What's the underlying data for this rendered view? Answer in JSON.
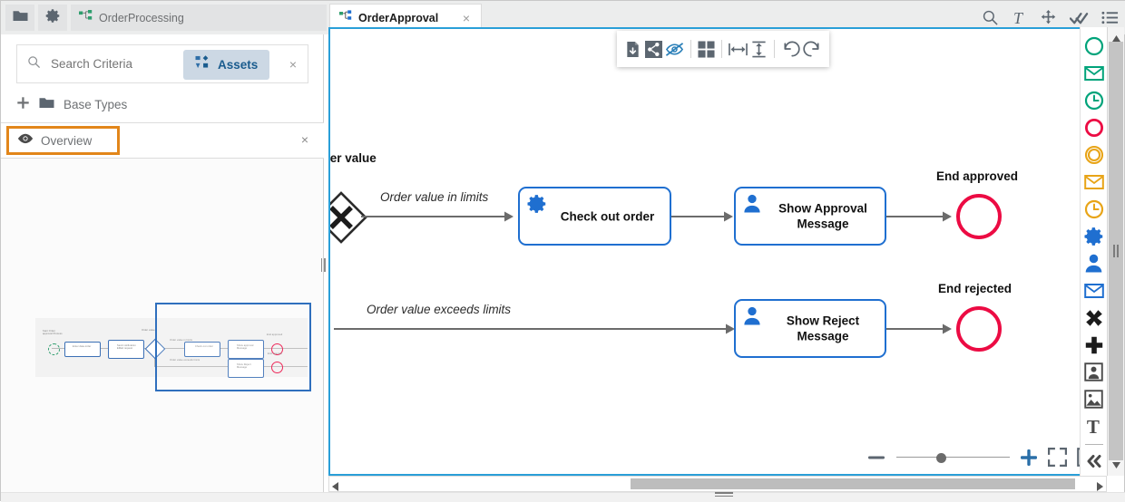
{
  "topbar": {
    "folder_button": "folder-icon",
    "settings_button": "gear-icon",
    "project_tab_label": "OrderProcessing",
    "document_tab_label": "OrderApproval",
    "document_tab_close": "×",
    "right_icons": [
      {
        "name": "search-icon",
        "glyph": "search"
      },
      {
        "name": "text-icon",
        "glyph": "T"
      },
      {
        "name": "move-icon",
        "glyph": "move"
      },
      {
        "name": "validate-icon",
        "glyph": "double-check"
      },
      {
        "name": "list-icon",
        "glyph": "list"
      }
    ]
  },
  "left_panel": {
    "search": {
      "icon": "search-icon",
      "placeholder": "Search Criteria",
      "value": "",
      "assets_label": "Assets",
      "assets_icon": "assets-icon",
      "clear": "×"
    },
    "tree": {
      "add_icon": "plus-icon",
      "folder_icon": "folder-icon",
      "base_types_label": "Base Types"
    },
    "overview": {
      "eye_icon": "eye-icon",
      "title": "Overview",
      "close": "×",
      "highlight_color": "#e2861a"
    }
  },
  "toolbar": {
    "items": [
      {
        "name": "export-file-icon",
        "label": "Export"
      },
      {
        "name": "share-icon",
        "label": "Share"
      },
      {
        "name": "hide-icon",
        "label": "Hide"
      },
      {
        "name": "grid-layout-icon",
        "label": "Layout"
      },
      {
        "name": "align-horizontal-icon",
        "label": "Align horizontally"
      },
      {
        "name": "align-vertical-icon",
        "label": "Align vertically"
      },
      {
        "name": "undo-icon",
        "label": "Undo"
      },
      {
        "name": "redo-icon",
        "label": "Redo"
      }
    ]
  },
  "diagram": {
    "pool_label": "ler value",
    "gateway": {
      "name": "exclusive-gateway",
      "type": "exclusive"
    },
    "flow_labels": {
      "upper": "Order value in limits",
      "lower": "Order value exceeds limits"
    },
    "tasks": [
      {
        "id": "check-out-order",
        "name": "Check out order",
        "icon": "service-task-gear-icon"
      },
      {
        "id": "show-approval-message",
        "name": "Show Approval\nMessage",
        "line1": "Show Approval",
        "line2": "Message",
        "icon": "user-task-icon"
      },
      {
        "id": "show-reject-message",
        "name": "Show Reject\nMessage",
        "line1": "Show Reject",
        "line2": "Message",
        "icon": "user-task-icon"
      }
    ],
    "end_events": [
      {
        "id": "end-approved",
        "label": "End approved",
        "color": "#ec0b43"
      },
      {
        "id": "end-rejected",
        "label": "End rejected",
        "color": "#ec0b43"
      }
    ]
  },
  "zoom_controls": {
    "zoom_out": "−",
    "zoom_in": "+",
    "slider_position_percent": 36,
    "fit_screen_icon": "fit-screen-icon",
    "fit_selection_icon": "fit-selection-icon"
  },
  "palette": {
    "items": [
      {
        "name": "start-event-icon",
        "color": "#00a37a",
        "shape": "circle"
      },
      {
        "name": "message-start-event-icon",
        "color": "#00a37a",
        "shape": "envelope"
      },
      {
        "name": "timer-start-event-icon",
        "color": "#00a37a",
        "shape": "clock"
      },
      {
        "name": "end-event-icon",
        "color": "#ec0b43",
        "shape": "circle"
      },
      {
        "name": "intermediate-event-icon",
        "color": "#e8a417",
        "shape": "double-circle"
      },
      {
        "name": "message-intermediate-event-icon",
        "color": "#e8a417",
        "shape": "envelope"
      },
      {
        "name": "timer-intermediate-event-icon",
        "color": "#e8a417",
        "shape": "clock"
      },
      {
        "name": "service-task-icon",
        "color": "#1f6fd0",
        "shape": "gear"
      },
      {
        "name": "user-task-icon",
        "color": "#1f6fd0",
        "shape": "person"
      },
      {
        "name": "message-task-icon",
        "color": "#1f6fd0",
        "shape": "envelope"
      },
      {
        "name": "exclusive-gateway-icon",
        "color": "#1b1b1b",
        "shape": "x-cross"
      },
      {
        "name": "parallel-gateway-icon",
        "color": "#1b1b1b",
        "shape": "plus-cross"
      },
      {
        "name": "pool-icon",
        "color": "#4a4a4a",
        "shape": "pool"
      },
      {
        "name": "image-icon",
        "color": "#4a4a4a",
        "shape": "image"
      },
      {
        "name": "text-annotation-icon",
        "color": "#4a4a4a",
        "shape": "T"
      },
      {
        "name": "collapse-palette-icon",
        "color": "#4a4a4a",
        "shape": "double-chevron-left"
      }
    ]
  },
  "minimap": {
    "viewport_label": "viewport-rectangle",
    "nodes": [
      {
        "label": "Start Order approval Process"
      },
      {
        "label": "Enter data order"
      },
      {
        "label": "Send notification EMail request"
      },
      {
        "label": "Order value"
      },
      {
        "label": "Order value in limits"
      },
      {
        "label": "Check out order"
      },
      {
        "label": "Show approval Message"
      },
      {
        "label": "End approved"
      },
      {
        "label": "Order value exceeds limits"
      },
      {
        "label": "Show Reject Message"
      },
      {
        "label": "End rejected"
      }
    ]
  }
}
